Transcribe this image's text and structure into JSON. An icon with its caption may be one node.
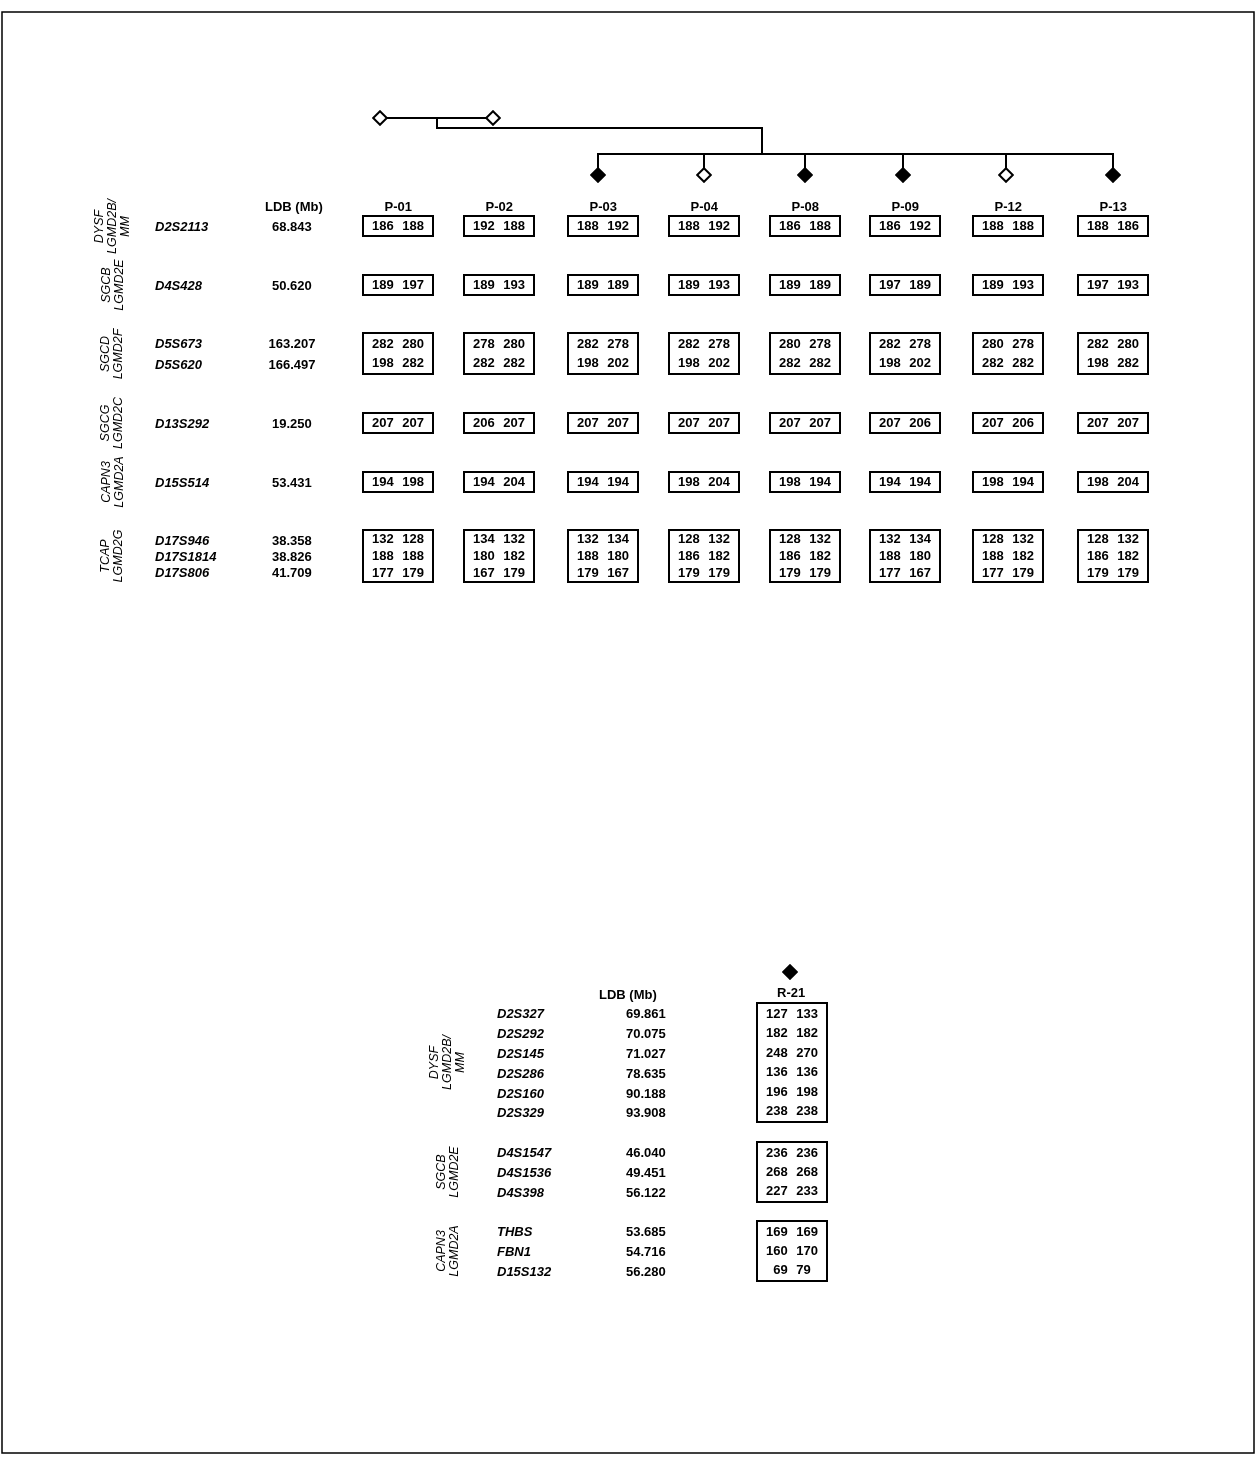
{
  "diagram": {
    "nodes": [
      {
        "text": [],
        "shape": "diamond"
      },
      {
        "text": [],
        "shape": "diamond"
      },
      {
        "text": [],
        "shape": "filled-diamond"
      },
      {
        "text": [],
        "shape": "diamond"
      },
      {
        "text": [],
        "shape": "filled-diamond"
      },
      {
        "text": [],
        "shape": "filled-diamond"
      },
      {
        "text": [],
        "shape": "diamond"
      },
      {
        "text": [],
        "shape": "filled-diamond"
      },
      {
        "text": [
          "186 188"
        ]
      },
      {
        "text": [
          "192 188"
        ]
      },
      {
        "text": [
          "188 192"
        ]
      },
      {
        "text": [
          "188 192"
        ]
      },
      {
        "text": [
          "186 188"
        ]
      },
      {
        "text": [
          "186 192"
        ]
      },
      {
        "text": [
          "188 188"
        ]
      },
      {
        "text": [
          "188 186"
        ]
      },
      {
        "text": [
          "189 197"
        ]
      },
      {
        "text": [
          "189 193"
        ]
      },
      {
        "text": [
          "189 189"
        ]
      },
      {
        "text": [
          "189 193"
        ]
      },
      {
        "text": [
          "189 189"
        ]
      },
      {
        "text": [
          "197 189"
        ]
      },
      {
        "text": [
          "189 193"
        ]
      },
      {
        "text": [
          "197 193"
        ]
      },
      {
        "text": [
          "282 280",
          "198 282"
        ]
      },
      {
        "text": [
          "278 280",
          "282 282"
        ]
      },
      {
        "text": [
          "282 278",
          "198 202"
        ]
      },
      {
        "text": [
          "282 278",
          "198 202"
        ]
      },
      {
        "text": [
          "280 278",
          "282 282"
        ]
      },
      {
        "text": [
          "282 278",
          "198 202"
        ]
      },
      {
        "text": [
          "280 278",
          "282 282"
        ]
      },
      {
        "text": [
          "282 280",
          "198 282"
        ]
      },
      {
        "text": [
          "207 207"
        ]
      },
      {
        "text": [
          "206 207"
        ]
      },
      {
        "text": [
          "207 207"
        ]
      },
      {
        "text": [
          "207 207"
        ]
      },
      {
        "text": [
          "207 207"
        ]
      },
      {
        "text": [
          "207 206"
        ]
      },
      {
        "text": [
          "207 206"
        ]
      },
      {
        "text": [
          "207 207"
        ]
      },
      {
        "text": [
          "194 198"
        ]
      },
      {
        "text": [
          "194 204"
        ]
      },
      {
        "text": [
          "194 194"
        ]
      },
      {
        "text": [
          "198 204"
        ]
      },
      {
        "text": [
          "198 194"
        ]
      },
      {
        "text": [
          "194 194"
        ]
      },
      {
        "text": [
          "198 194"
        ]
      },
      {
        "text": [
          "198 204"
        ]
      },
      {
        "text": [
          "132 128",
          "188 188",
          "177 179"
        ]
      },
      {
        "text": [
          "134 132",
          "180 182",
          "167 179"
        ]
      },
      {
        "text": [
          "132 134",
          "188 180",
          "179 167"
        ]
      },
      {
        "text": [
          "128 132",
          "186 182",
          "179 179"
        ]
      },
      {
        "text": [
          "128 132",
          "186 182",
          "179 179"
        ]
      },
      {
        "text": [
          "132 134",
          "188 180",
          "177 167"
        ]
      },
      {
        "text": [
          "128 132",
          "188 182",
          "177 179"
        ]
      },
      {
        "text": [
          "128 132",
          "186 182",
          "179 179"
        ]
      },
      {
        "text": [],
        "shape": "filled-diamond"
      },
      {
        "text": [
          "127 133",
          "182 182",
          "248 270",
          "136 136",
          "196 198",
          "238 238"
        ]
      },
      {
        "text": [
          "236 236",
          "268 268",
          "227 233"
        ]
      },
      {
        "text": [
          "169 169",
          "160 170",
          "69 79"
        ]
      }
    ],
    "edges": [
      {
        "from": 0,
        "to": 1,
        "arrow": "none"
      },
      {
        "from": 0,
        "to": 2,
        "arrow": "none"
      },
      {
        "from": 0,
        "to": 3,
        "arrow": "none"
      },
      {
        "from": 0,
        "to": 4,
        "arrow": "none"
      },
      {
        "from": 0,
        "to": 5,
        "arrow": "none"
      },
      {
        "from": 0,
        "to": 6,
        "arrow": "none"
      },
      {
        "from": 0,
        "to": 7,
        "arrow": "none"
      },
      {
        "from": 1,
        "to": 2,
        "arrow": "none"
      },
      {
        "from": 1,
        "to": 3,
        "arrow": "none"
      },
      {
        "from": 1,
        "to": 4,
        "arrow": "none"
      },
      {
        "from": 1,
        "to": 5,
        "arrow": "none"
      },
      {
        "from": 1,
        "to": 6,
        "arrow": "none"
      },
      {
        "from": 1,
        "to": 7,
        "arrow": "none"
      }
    ],
    "labels": [
      "LDB (Mb)",
      "P-01",
      "P-02",
      "P-03",
      "P-04",
      "P-08",
      "P-09",
      "P-12",
      "P-13",
      "DYSF LGMD2B/ MM",
      "D2S2113",
      "68.843",
      "SGCB LGMD2E",
      "D4S428",
      "50.620",
      "SGCD LGMD2F",
      "D5S673",
      "163.207",
      "D5S620",
      "166.497",
      "SGCG LGMD2C",
      "D13S292",
      "19.250",
      "CAPN3 LGMD2A",
      "D15S514",
      "53.431",
      "TCAP LGMD2G",
      "D17S946",
      "38.358",
      "D17S1814",
      "38.826",
      "D17S806",
      "41.709",
      "LDB (Mb)",
      "R-21",
      "DYSF LGMD2B/ MM",
      "D2S327",
      "69.861",
      "D2S292",
      "70.075",
      "D2S145",
      "71.027",
      "D2S286",
      "78.635",
      "D2S160",
      "90.188",
      "D2S329",
      "93.908",
      "SGCB LGMD2E",
      "D4S1547",
      "46.040",
      "D4S1536",
      "49.451",
      "D4S398",
      "56.122",
      "CAPN3 LGMD2A",
      "THBS",
      "53.685",
      "FBN1",
      "54.716",
      "D15S132",
      "56.280"
    ]
  }
}
